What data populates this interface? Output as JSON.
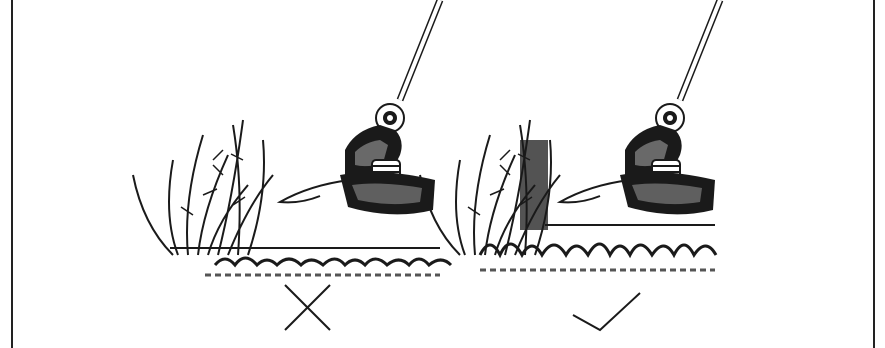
{
  "illustrations": [
    {
      "id": "incorrect",
      "mark": "cross-mark-icon",
      "meaning": "incorrect"
    },
    {
      "id": "correct",
      "mark": "check-mark-icon",
      "meaning": "correct"
    }
  ],
  "colors": {
    "line": "#1a1a1a",
    "background": "#ffffff"
  }
}
